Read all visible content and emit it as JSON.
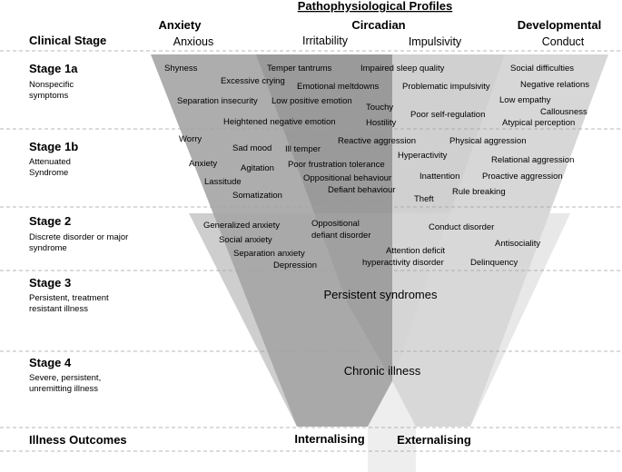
{
  "header": {
    "title": "Pathophysiological Profiles",
    "clinical_stage": "Clinical Stage",
    "profiles": [
      {
        "name": "Anxiety",
        "dimension": "Anxious"
      },
      {
        "name": "Circadian",
        "dimension_left": "Irritability",
        "dimension_right": "Impulsivity"
      },
      {
        "name": "Developmental",
        "dimension": "Conduct"
      }
    ]
  },
  "stages": [
    {
      "title": "Stage 1a",
      "desc": [
        "Nonspecific",
        "symptoms"
      ]
    },
    {
      "title": "Stage 1b",
      "desc": [
        "Attenuated",
        "Syndrome"
      ]
    },
    {
      "title": "Stage 2",
      "desc": [
        "Discrete disorder or major",
        "syndrome"
      ]
    },
    {
      "title": "Stage 3",
      "desc": [
        "Persistent, treatment",
        "resistant illness"
      ]
    },
    {
      "title": "Stage 4",
      "desc": [
        "Severe, persistent,",
        "unremitting illness"
      ]
    },
    {
      "title": "Illness Outcomes",
      "desc": []
    }
  ],
  "outcomes": {
    "left": "Internalising",
    "right": "Externalising"
  },
  "center_labels": {
    "stage3": "Persistent syndromes",
    "stage4": "Chronic illness"
  },
  "terms_stage1a": [
    "Shyness",
    "Excessive crying",
    "Temper tantrums",
    "Impaired sleep quality",
    "Social difficulties",
    "Emotional meltdowns",
    "Problematic impulsivity",
    "Negative relations",
    "Separation insecurity",
    "Low positive emotion",
    "Low empathy",
    "Touchy",
    "Callousness",
    "Poor self-regulation",
    "Heightened negative emotion",
    "Hostility",
    "Atypical perception"
  ],
  "terms_stage1b": [
    "Worry",
    "Reactive aggression",
    "Physical aggression",
    "Sad mood",
    "Ill temper",
    "Hyperactivity",
    "Anxiety",
    "Poor frustration tolerance",
    "Relational aggression",
    "Agitation",
    "Oppositional behaviour",
    "Inattention",
    "Proactive aggression",
    "Lassitude",
    "Defiant behaviour",
    "Rule breaking",
    "Somatization",
    "Theft"
  ],
  "terms_stage2": [
    "Generalized anxiety",
    "Oppositional",
    "defiant disorder",
    "Conduct disorder",
    "Social anxiety",
    "Antisociality",
    "Separation anxiety",
    "Attention deficit",
    "Depression",
    "hyperactivity disorder",
    "Delinquency"
  ],
  "colors": {
    "funnel_left": "#a6a6a6",
    "funnel_mid": "#8c8c8c",
    "funnel_right": "#d0d0d0",
    "divider": "#a0a0a0"
  }
}
